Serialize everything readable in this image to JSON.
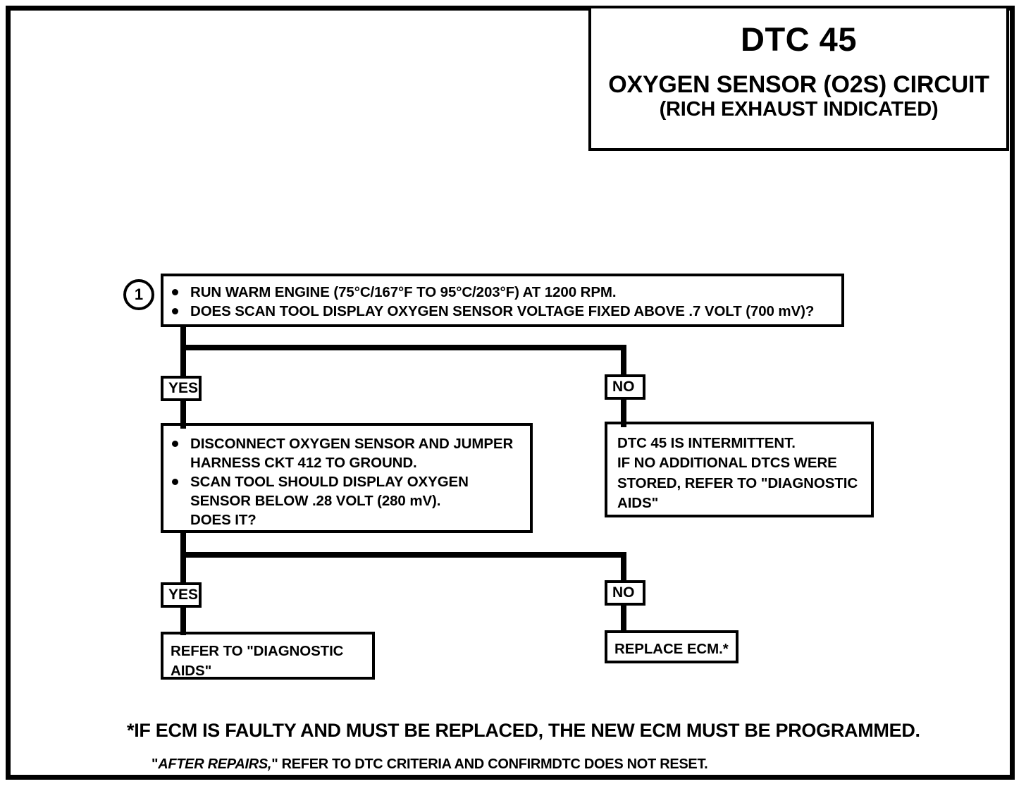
{
  "title": {
    "code": "DTC 45",
    "name": "OXYGEN SENSOR (O2S) CIRCUIT",
    "subtitle": "(RICH EXHAUST INDICATED)"
  },
  "step1": {
    "number": "1",
    "bullets": [
      "RUN WARM ENGINE  (75°C/167°F TO 95°C/203°F) AT 1200 RPM.",
      "DOES SCAN TOOL DISPLAY OXYGEN SENSOR VOLTAGE FIXED ABOVE .7 VOLT  (700 mV)?"
    ]
  },
  "branch1": {
    "yes_label": "YES",
    "no_label": "NO"
  },
  "step2": {
    "bullets": [
      "DISCONNECT OXYGEN SENSOR AND JUMPER HARNESS CKT 412 TO GROUND.",
      "SCAN TOOL SHOULD DISPLAY OXYGEN SENSOR BELOW .28 VOLT (280 mV). DOES IT?"
    ],
    "bullet_lines": [
      [
        "DISCONNECT OXYGEN SENSOR AND JUMPER",
        "HARNESS CKT 412 TO GROUND."
      ],
      [
        "SCAN TOOL SHOULD DISPLAY OXYGEN",
        "SENSOR BELOW .28 VOLT (280 mV).",
        "DOES IT?"
      ]
    ]
  },
  "intermittent": {
    "lines": [
      "DTC 45 IS INTERMITTENT.",
      "IF NO ADDITIONAL DTCS WERE",
      "STORED, REFER TO  \"DIAGNOSTIC",
      "AIDS\""
    ]
  },
  "branch2": {
    "yes_label": "YES",
    "no_label": "NO"
  },
  "result_yes": {
    "lines": [
      "REFER TO  \"DIAGNOSTIC",
      "AIDS\""
    ]
  },
  "result_no": {
    "text": "REPLACE ECM.*"
  },
  "footnotes": {
    "main": "*IF ECM IS FAULTY AND MUST BE REPLACED, THE NEW ECM MUST BE PROGRAMMED.",
    "sub_prefix": "\"",
    "sub_italic": "AFTER REPAIRS,",
    "sub_rest": "\" REFER TO DTC CRITERIA AND CONFIRMDTC DOES NOT RESET."
  },
  "colors": {
    "ink": "#000000",
    "paper": "#ffffff"
  }
}
